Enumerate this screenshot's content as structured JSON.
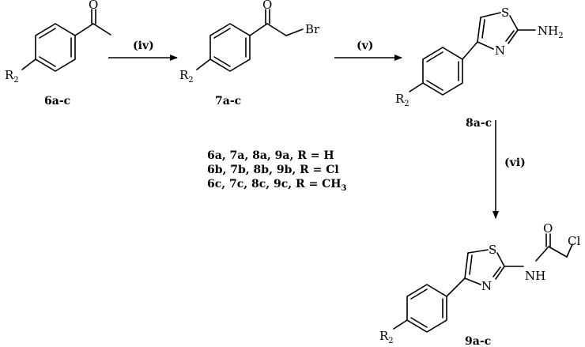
{
  "atoms": {
    "O": "O",
    "Br": "Br",
    "S": "S",
    "N": "N",
    "NH": "NH",
    "NH2_main": "NH",
    "NH2_sub": "2",
    "Cl": "Cl",
    "R": "R",
    "R_sub": "2"
  },
  "compounds": {
    "c6": "6a-c",
    "c7": "7a-c",
    "c8": "8a-c",
    "c9": "9a-c"
  },
  "conditions": {
    "iv": "(iv)",
    "v": "(v)",
    "vi": "(vi)"
  },
  "legend": [
    "6a, 7a, 8a, 9a, R = H",
    "6b, 7b, 8b, 9b, R = Cl",
    "6c, 7c, 8c, 9c, R = CH"
  ],
  "legend_sub": "3"
}
